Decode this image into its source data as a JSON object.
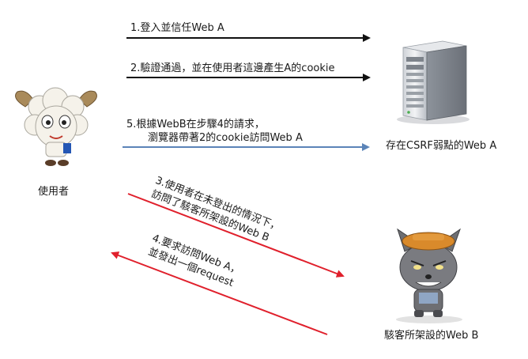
{
  "labels": {
    "user": "使用者",
    "server": "存在CSRF弱點的Web A",
    "attacker": "駭客所架設的Web B"
  },
  "steps": {
    "s1": "1.登入並信任Web A",
    "s2": "2.驗證通過，並在使用者這邊產生A的cookie",
    "s5_line1": "5.根據WebB在步驟4的請求，",
    "s5_line2": "瀏覽器帶著2的cookie訪問Web A",
    "s3_line1": "3.使用者在未登出的情況下，",
    "s3_line2": "訪問了駭客所架設的Web B",
    "s4_line1": "4.要求訪問Web A，",
    "s4_line2": "並發出一個request"
  },
  "colors": {
    "black_arrow": "#111111",
    "blue_arrow": "#5b84b8",
    "red_arrow": "#e0202c"
  },
  "icons": {
    "user": "sheep-character-icon",
    "server": "server-tower-icon",
    "attacker": "wolf-character-icon"
  }
}
